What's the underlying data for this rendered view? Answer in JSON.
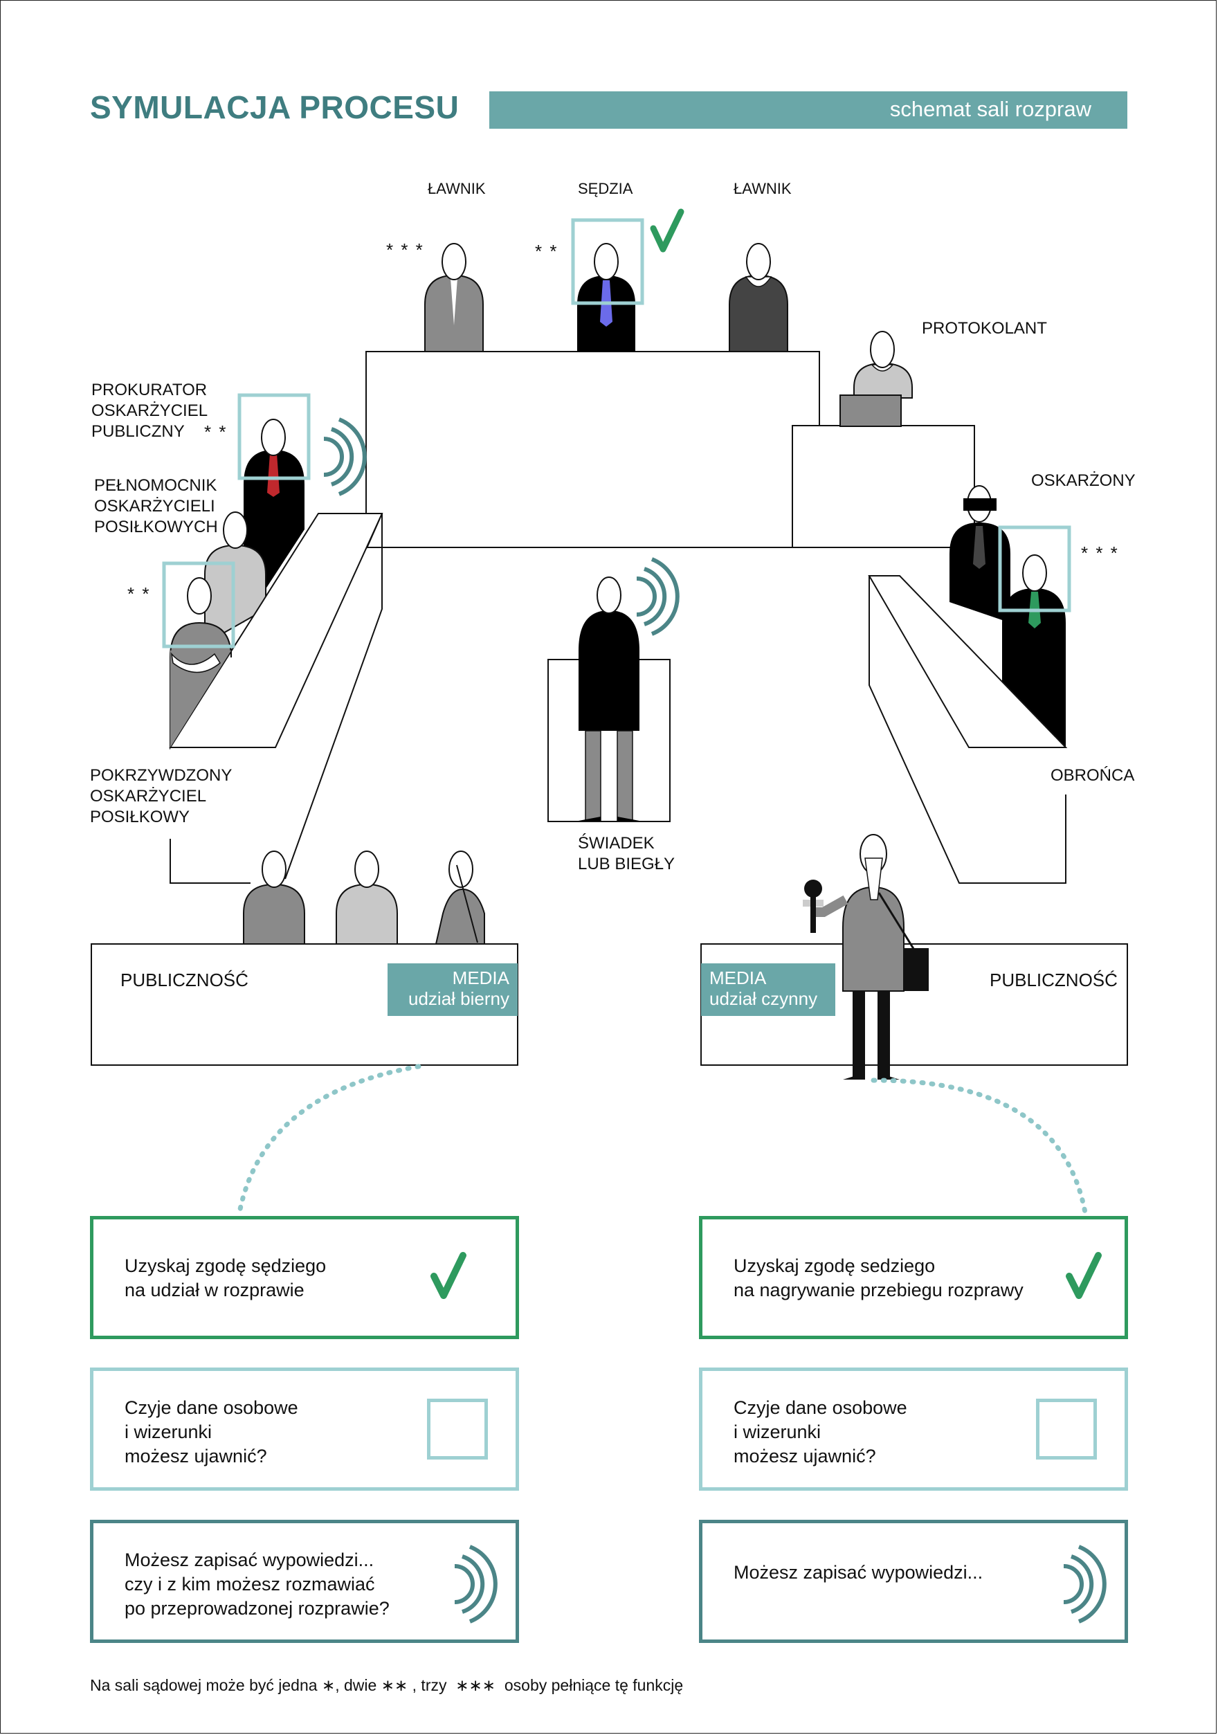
{
  "header": {
    "title": "SYMULACJA PROCESU",
    "band_label": "schemat sali rozpraw"
  },
  "roles": {
    "lawnik_left": "ŁAWNIK",
    "sedzia": "SĘDZIA",
    "lawnik_right": "ŁAWNIK",
    "protokolant": "PROTOKOLANT",
    "prokurator": [
      "PROKURATOR",
      "OSKARŻYCIEL",
      "PUBLICZNY"
    ],
    "pelnomocnik": [
      "PEŁNOMOCNIK",
      "OSKARŻYCIELI",
      "POSIŁKOWYCH"
    ],
    "pokrzywdzony": [
      "POKRZYWDZONY",
      "OSKARŻYCIEL",
      "POSIŁKOWY"
    ],
    "swiadek": [
      "ŚWIADEK",
      "LUB BIEGŁY"
    ],
    "oskarzony": "OSKARŻONY",
    "obronca": "OBROŃCA"
  },
  "markers": {
    "lawnik_left": "* * *",
    "sedzia": "* *",
    "prokurator": "* *",
    "pokrzywdzony": "* *",
    "obronca": "* * *"
  },
  "public_areas": {
    "left": {
      "label": "PUBLICZNOŚĆ",
      "media_tag": "MEDIA\nudział bierny"
    },
    "right": {
      "label": "PUBLICZNOŚĆ",
      "media_tag": "MEDIA\nudział czynny"
    }
  },
  "cards": {
    "left": [
      {
        "text": "Uzyskaj zgodę sędziego\nna udział w rozprawie",
        "status": "checked",
        "icon": "check-icon"
      },
      {
        "text": "Czyje dane osobowe\ni wizerunki\nmożesz ujawnić?",
        "status": "unchecked",
        "icon": "checkbox-icon"
      },
      {
        "text": "Możesz zapisać wypowiedzi...\nczy i z kim możesz rozmawiać\npo przeprowadzonej rozprawie?",
        "status": "audio",
        "icon": "sound-waves-icon"
      }
    ],
    "right": [
      {
        "text": "Uzyskaj zgodę sedziego\nna nagrywanie przebiegu rozprawy",
        "status": "checked",
        "icon": "check-icon"
      },
      {
        "text": "Czyje dane osobowe\ni wizerunki\nmożesz ujawnić?",
        "status": "unchecked",
        "icon": "checkbox-icon"
      },
      {
        "text": "Możesz zapisać wypowiedzi...",
        "status": "audio",
        "icon": "sound-waves-icon"
      }
    ]
  },
  "footnote": {
    "part1": "Na sali sądowej może być jedna ",
    "one_star": "∗",
    "part2": ", dwie ",
    "two_stars": "∗∗",
    "part3": " , trzy  ",
    "three_stars": "∗∗∗",
    "part4": "  osoby pełniące tę funkcję"
  },
  "colors": {
    "teal": "#6aa7a8",
    "title_teal": "#3f7d80",
    "green": "#2e9a5e",
    "light_teal": "#9ed0d2",
    "dark_teal": "#4b8587",
    "tie_blue": "#6b6bea",
    "tie_red": "#c0282d",
    "tie_green": "#2e9a5e"
  }
}
